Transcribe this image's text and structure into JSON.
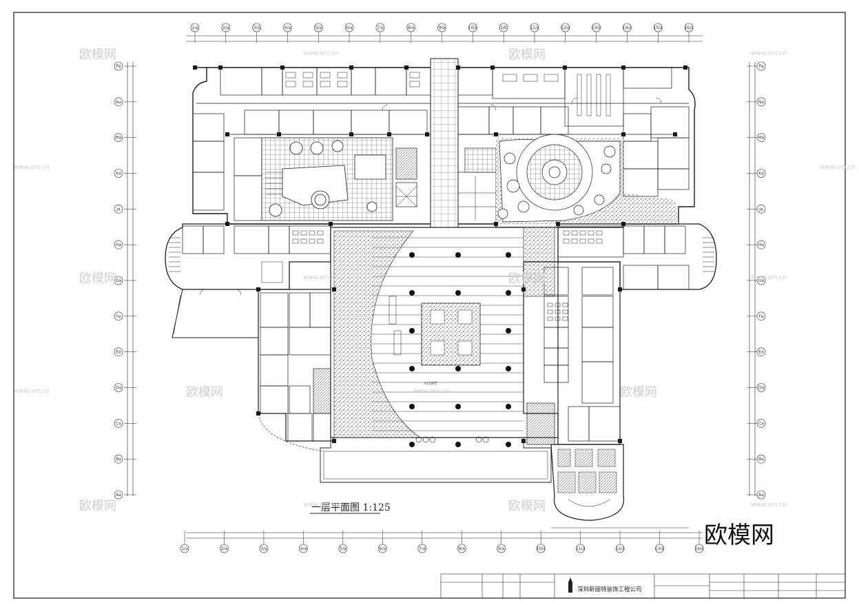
{
  "drawing": {
    "title": "一层平面图 1:125",
    "company": "深圳新丽特装饰工程公司",
    "lobby_label": "入口大厅"
  },
  "watermarks": {
    "logo": "欧模网",
    "url": "www.om.cn"
  },
  "brand": {
    "text": "欧模网"
  },
  "axes": {
    "top": [
      "1/a",
      "2/a",
      "3/a",
      "4/a",
      "5/a",
      "6/a",
      "7/a",
      "8/a",
      "9/a",
      "10/a",
      "1/b",
      "11/a",
      "12/a",
      "13/a",
      "14/a",
      "15/a",
      "16/a"
    ],
    "bottom": [
      "1/a",
      "2/a",
      "3/a",
      "4/a",
      "5/a",
      "6/a",
      "7/a",
      "8/a",
      "9/a",
      "10/a",
      "11/a",
      "12/a",
      "13/a",
      "14/a"
    ],
    "left": [
      "Pa",
      "Na",
      "Ma",
      "Ka",
      "Ja",
      "Ha",
      "Ga",
      "Fa",
      "Ea",
      "Da",
      "Ca",
      "Ba",
      "Aa"
    ],
    "right": [
      "Pa",
      "Na",
      "Ma",
      "Ka",
      "Ja",
      "Ha",
      "Ga",
      "Fa",
      "Ea",
      "Da",
      "Ca",
      "Ba",
      "Aa"
    ]
  },
  "colors": {
    "line": "#1a1a1a",
    "paper": "#ffffff",
    "watermark": "#c9c9c9",
    "hatch": "#555555"
  }
}
